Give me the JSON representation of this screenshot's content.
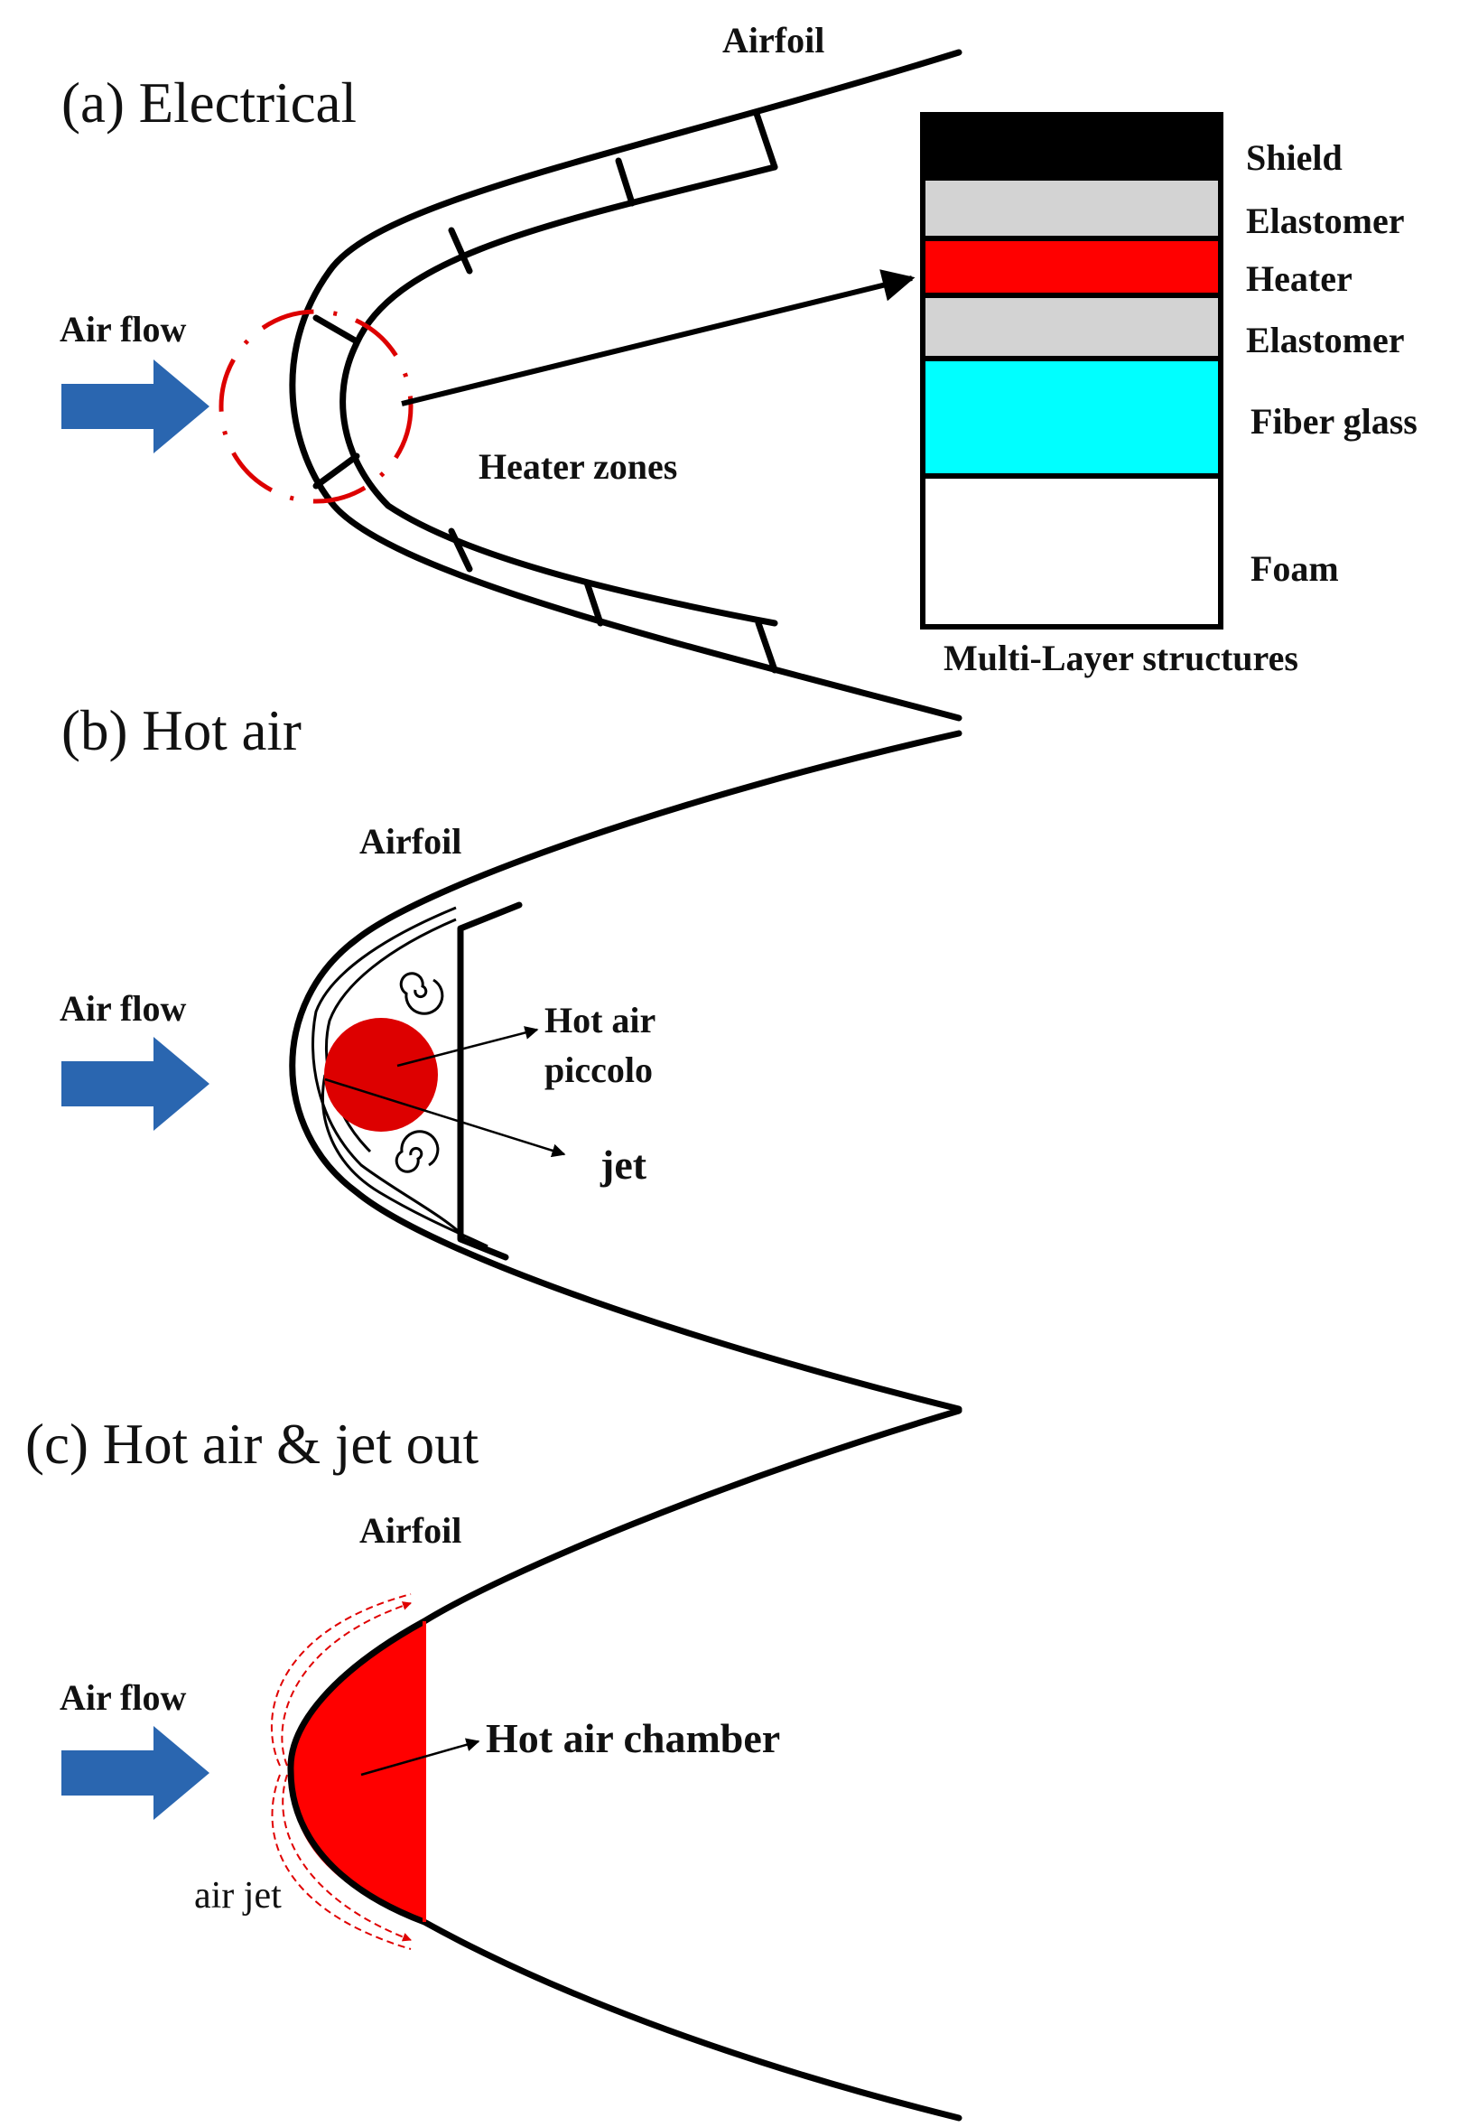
{
  "panels": {
    "a": {
      "title": "(a) Electrical",
      "airfoil_label": "Airfoil",
      "airflow_label": "Air flow",
      "heater_zones_label": "Heater zones",
      "structure_caption": "Multi-Layer structures",
      "layers": [
        {
          "name": "Shield",
          "color": "#000000"
        },
        {
          "name": "Elastomer",
          "color": "#d3d3d3"
        },
        {
          "name": "Heater",
          "color": "#ff0000"
        },
        {
          "name": "Elastomer",
          "color": "#d3d3d3"
        },
        {
          "name": "Fiber glass",
          "color": "#00ffff"
        },
        {
          "name": "Foam",
          "color": "#ffffff"
        }
      ]
    },
    "b": {
      "title": "(b) Hot air",
      "airfoil_label": "Airfoil",
      "airflow_label": "Air flow",
      "piccolo_label_line1": "Hot air",
      "piccolo_label_line2": "piccolo",
      "jet_label": "jet",
      "piccolo_color": "#dd0000"
    },
    "c": {
      "title": "(c) Hot air & jet out",
      "airfoil_label": "Airfoil",
      "airflow_label": "Air flow",
      "chamber_label": "Hot air chamber",
      "air_jet_label": "air jet",
      "chamber_color": "#ff0000"
    }
  },
  "colors": {
    "arrow_blue": "#2a66b0",
    "zone_red": "#dd0000"
  }
}
